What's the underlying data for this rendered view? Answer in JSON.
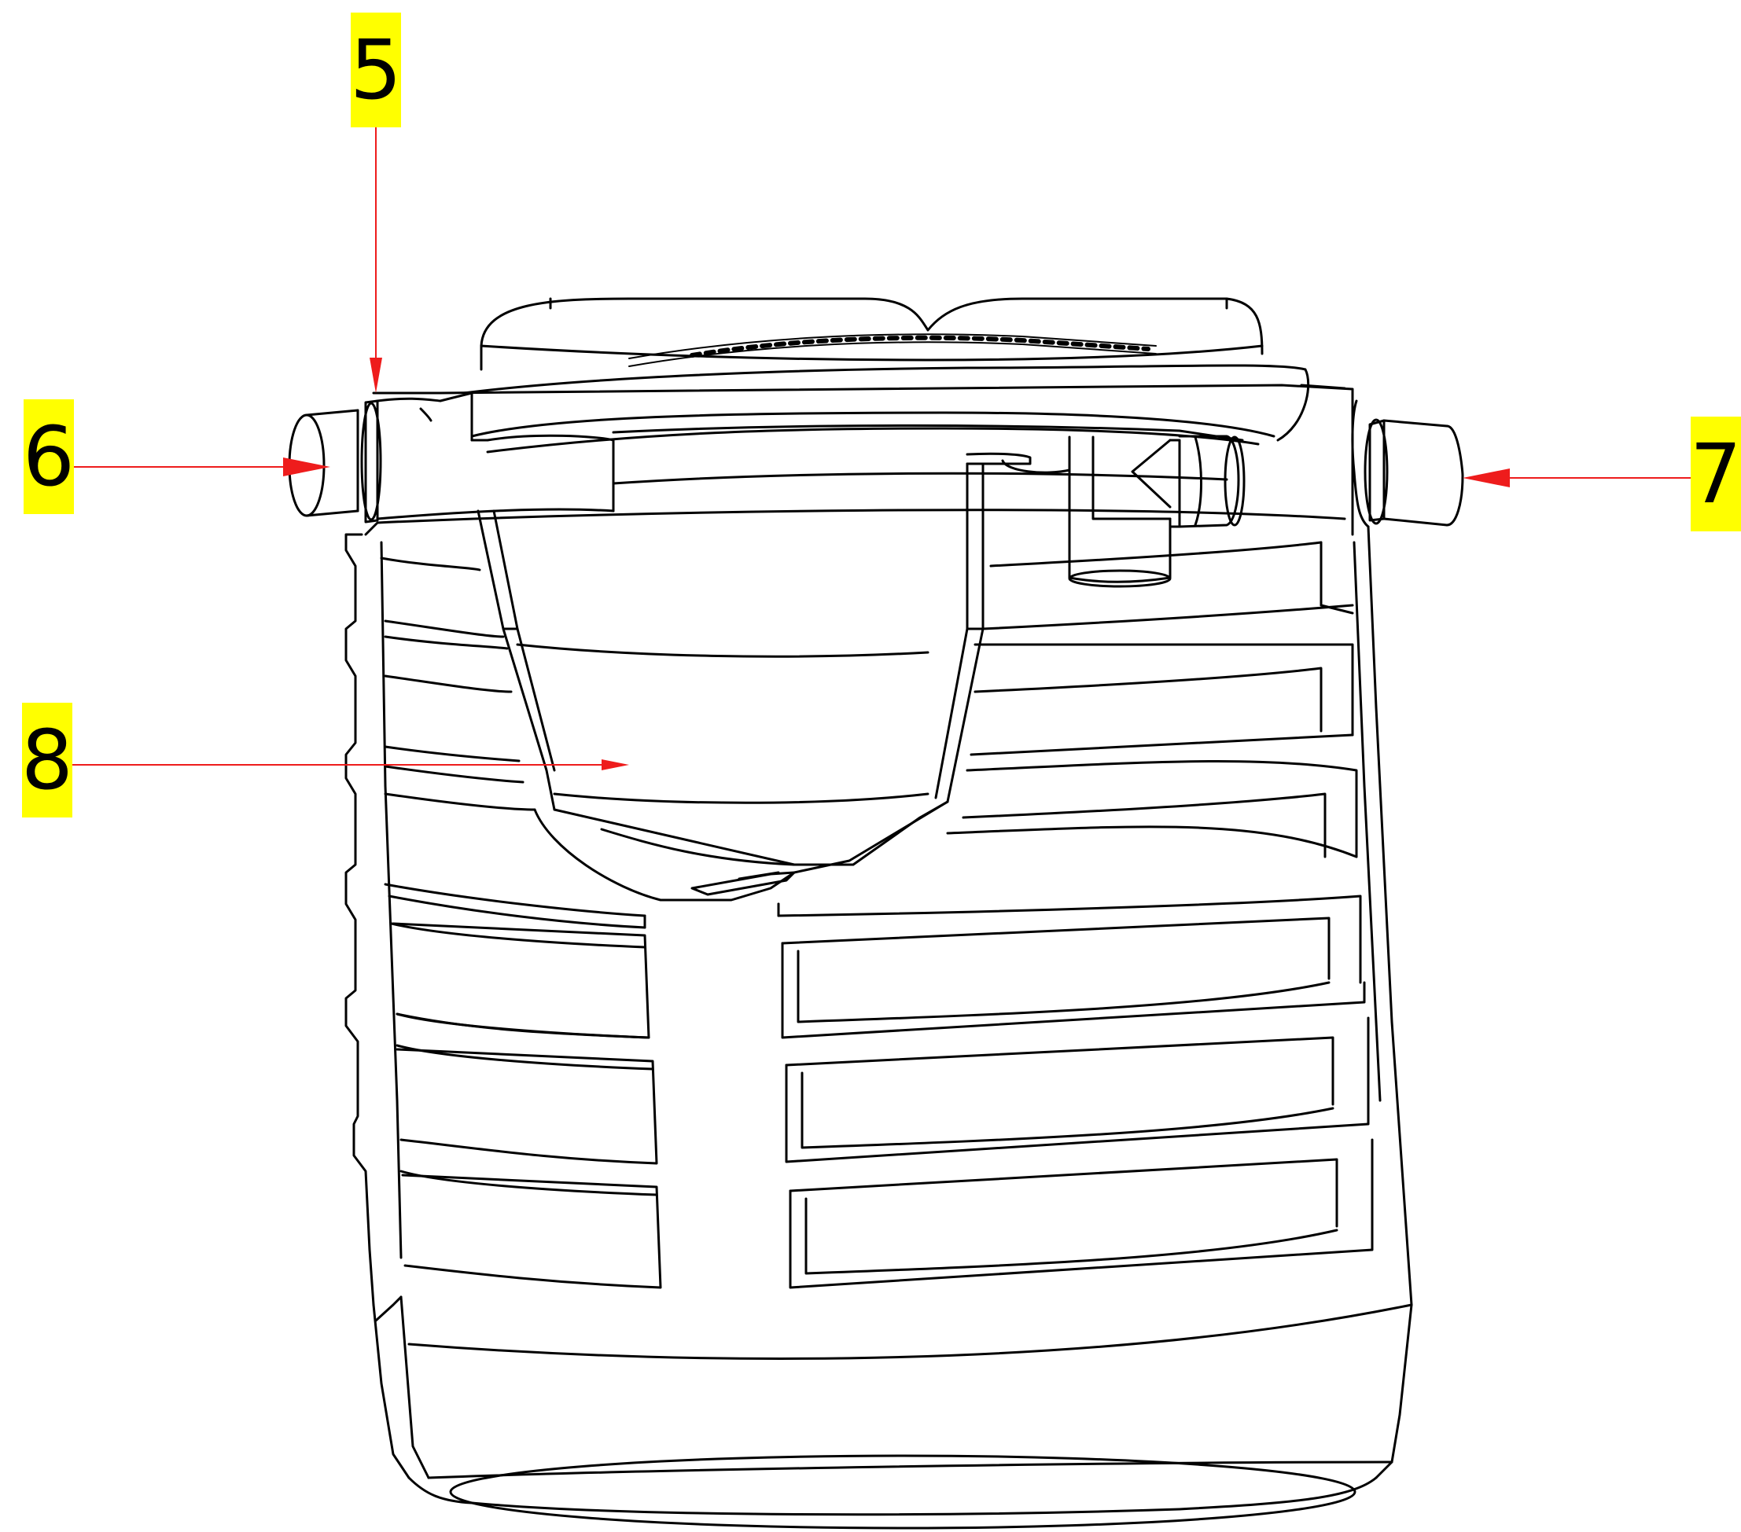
{
  "colors": {
    "line": "#000000",
    "leader": "#ee1c1c",
    "label_background": "#ffff00",
    "background": "#ffffff"
  },
  "callouts": [
    {
      "id": "c5",
      "label": "5"
    },
    {
      "id": "c6",
      "label": "6"
    },
    {
      "id": "c7",
      "label": "7"
    },
    {
      "id": "c8",
      "label": "8"
    }
  ]
}
